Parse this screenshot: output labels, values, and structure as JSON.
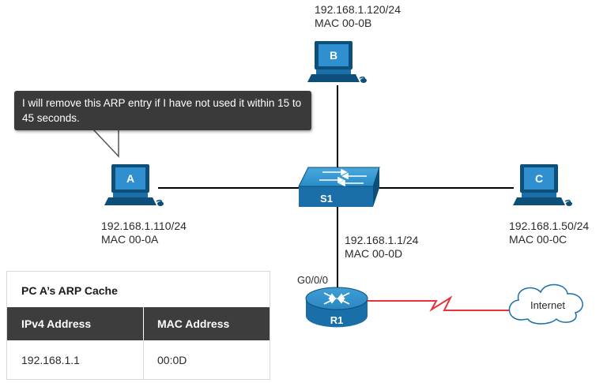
{
  "pcs": {
    "a": {
      "letter": "A",
      "ip": "192.168.1.110/24",
      "mac": "MAC 00-0A"
    },
    "b": {
      "letter": "B",
      "ip": "192.168.1.120/24",
      "mac": "MAC 00-0B"
    },
    "c": {
      "letter": "C",
      "ip": "192.168.1.50/24",
      "mac": "MAC 00-0C"
    }
  },
  "switch": {
    "label": "S1"
  },
  "router": {
    "label": "R1",
    "interface": "G0/0/0",
    "ip": "192.168.1.1/24",
    "mac": "MAC 00-0D"
  },
  "internet": {
    "label": "Internet"
  },
  "bubble": {
    "text": "I will remove this ARP entry if I have not used it within 15 to 45 seconds."
  },
  "arp_cache": {
    "title": "PC A’s ARP Cache",
    "headers": [
      "IPv4 Address",
      "MAC Address"
    ],
    "rows": [
      {
        "ip": "192.168.1.1",
        "mac": "00:0D"
      }
    ]
  },
  "colors": {
    "device_blue": "#1f7bb5",
    "device_dark": "#0d4f78",
    "serial_link": "#e8323c",
    "ethernet_link": "#000000",
    "bubble_bg": "#3a3a3a",
    "table_header": "#3d3d3d"
  }
}
